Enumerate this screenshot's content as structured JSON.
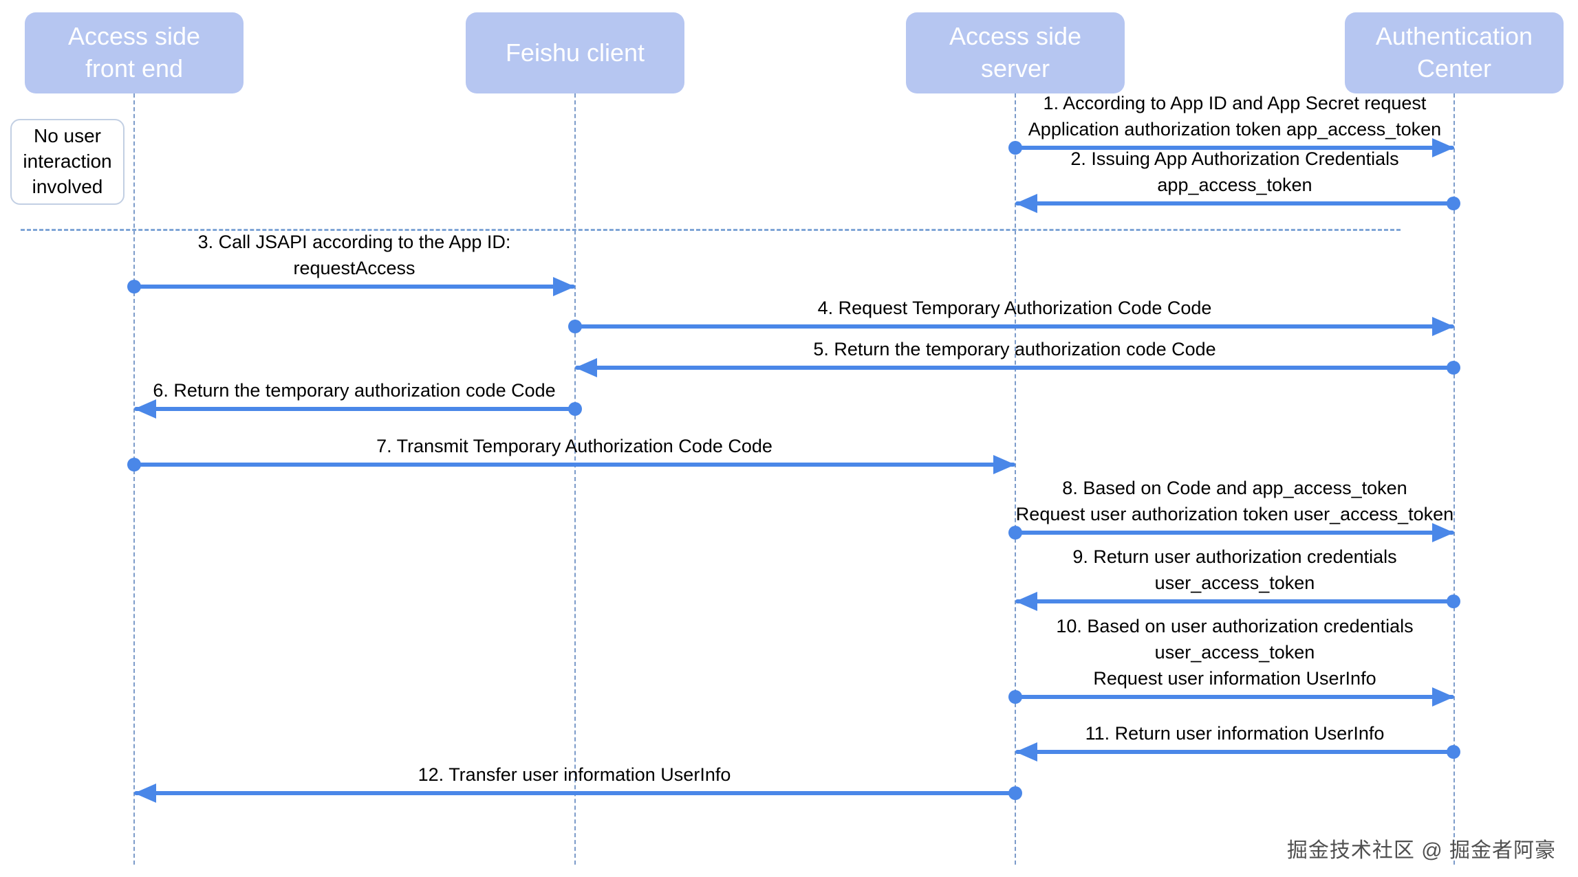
{
  "diagram": {
    "title": "Feishu login authorization sequence diagram",
    "colors": {
      "actor_fill": "#b6c6f1",
      "actor_text": "#ffffff",
      "arrow_blue": "#4a87e8",
      "lifeline_blue": "#7c9bc9",
      "separator_blue": "#7fa5d6",
      "message_text": "#000000"
    },
    "actors": [
      {
        "id": "access-side-front-end",
        "label": "Access side\nfront end"
      },
      {
        "id": "feishu-client",
        "label": "Feishu client"
      },
      {
        "id": "access-side-server",
        "label": "Access side\nserver"
      },
      {
        "id": "authentication-center",
        "label": "Authentication\nCenter"
      }
    ],
    "note": {
      "text": "No user\ninteraction\ninvolved"
    },
    "messages": [
      {
        "num": 1,
        "from": "Access side server",
        "to": "Authentication Center",
        "direction": "right",
        "text": "1. According to App ID and App Secret request\nApplication authorization token app_access_token"
      },
      {
        "num": 2,
        "from": "Authentication Center",
        "to": "Access side server",
        "direction": "left",
        "text": "2. Issuing App Authorization Credentials\napp_access_token"
      },
      {
        "num": 3,
        "from": "Access side front end",
        "to": "Feishu client",
        "direction": "right",
        "text": "3. Call JSAPI according to the App ID:\nrequestAccess"
      },
      {
        "num": 4,
        "from": "Feishu client",
        "to": "Authentication Center",
        "direction": "right",
        "text": "4. Request Temporary Authorization Code Code"
      },
      {
        "num": 5,
        "from": "Authentication Center",
        "to": "Feishu client",
        "direction": "left",
        "text": "5. Return the temporary authorization code Code"
      },
      {
        "num": 6,
        "from": "Feishu client",
        "to": "Access side front end",
        "direction": "left",
        "text": "6. Return the temporary authorization code Code"
      },
      {
        "num": 7,
        "from": "Access side front end",
        "to": "Access side server",
        "direction": "right",
        "text": "7. Transmit Temporary Authorization Code Code"
      },
      {
        "num": 8,
        "from": "Access side server",
        "to": "Authentication Center",
        "direction": "right",
        "text": "8. Based on Code and app_access_token\nRequest user authorization token user_access_token"
      },
      {
        "num": 9,
        "from": "Authentication Center",
        "to": "Access side server",
        "direction": "left",
        "text": "9. Return user authorization credentials\nuser_access_token"
      },
      {
        "num": 10,
        "from": "Access side server",
        "to": "Authentication Center",
        "direction": "right",
        "text": "10. Based on user authorization credentials\nuser_access_token\nRequest user information UserInfo"
      },
      {
        "num": 11,
        "from": "Authentication Center",
        "to": "Access side server",
        "direction": "left",
        "text": "11. Return user information UserInfo"
      },
      {
        "num": 12,
        "from": "Access side server",
        "to": "Access side front end",
        "direction": "left",
        "text": "12. Transfer user information UserInfo"
      }
    ],
    "watermark": "掘金技术社区 @ 掘金者阿豪"
  }
}
